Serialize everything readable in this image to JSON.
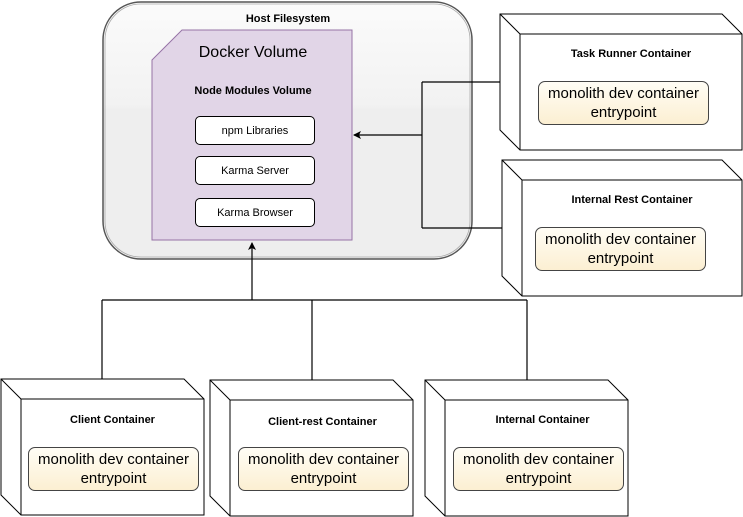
{
  "host": {
    "title": "Host Filesystem",
    "volume": {
      "title": "Docker Volume",
      "subtitle": "Node Modules Volume",
      "items": [
        "npm Libraries",
        "Karma Server",
        "Karma Browser"
      ]
    }
  },
  "containers": [
    {
      "name": "Task Runner Container",
      "entry_line1": "monolith dev container",
      "entry_line2": "entrypoint"
    },
    {
      "name": "Internal Rest Container",
      "entry_line1": "monolith dev container",
      "entry_line2": "entrypoint"
    },
    {
      "name": "Client Container",
      "entry_line1": "monolith dev container",
      "entry_line2": "entrypoint"
    },
    {
      "name": "Client-rest Container",
      "entry_line1": "monolith dev container",
      "entry_line2": "entrypoint"
    },
    {
      "name": "Internal Container",
      "entry_line1": "monolith dev container",
      "entry_line2": "entrypoint"
    }
  ],
  "colors": {
    "volume_fill": "#e1d5e7",
    "volume_stroke": "#9673a6",
    "host_fill": "#f0f0f0",
    "entry_fill": "#fff2cc"
  }
}
